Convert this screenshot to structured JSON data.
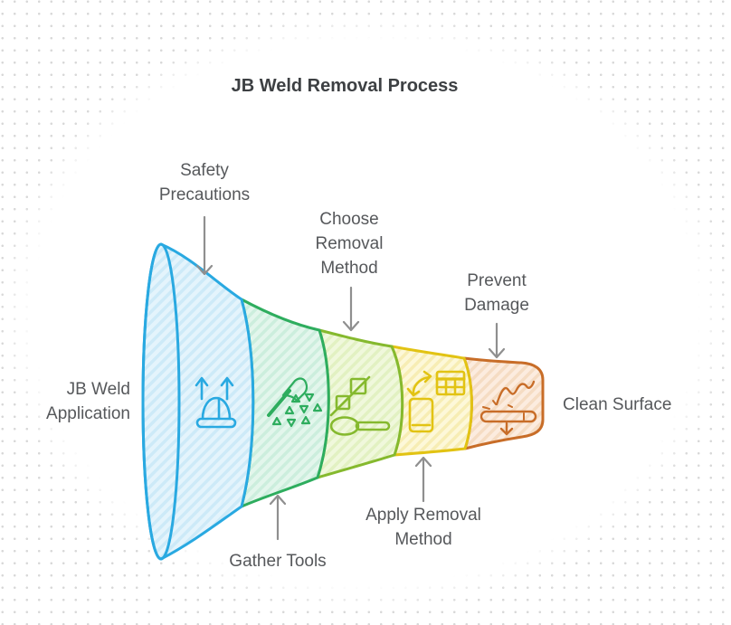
{
  "title": "JB Weld Removal Process",
  "diagram_type": "funnel-process",
  "colors": {
    "arrow": "#8f8f8f",
    "label_text": "#56585b",
    "title_text": "#3d4043",
    "background": "#ffffff",
    "dot_grid": "#d8d8d8"
  },
  "funnel": {
    "input_label": "JB Weld Application",
    "output_label": "Clean Surface",
    "stages": [
      {
        "label": "Safety Precautions",
        "icon": "hard-hat-up-arrows-icon",
        "stroke": "#29a9e1",
        "fill": "#e4f4fc",
        "hatch": "#cdeaf8",
        "label_placement": "top"
      },
      {
        "label": "Gather Tools",
        "icon": "hatchet-debris-icon",
        "stroke": "#2ead5e",
        "fill": "#e3f6ec",
        "hatch": "#cceedd",
        "label_placement": "bottom"
      },
      {
        "label": "Choose Removal Method",
        "icon": "no-solvent-cubes-spoon-icon",
        "stroke": "#85b92e",
        "fill": "#f0f8dc",
        "hatch": "#e2f1c2",
        "label_placement": "top"
      },
      {
        "label": "Apply Removal Method",
        "icon": "phone-to-table-transfer-icon",
        "stroke": "#e2c313",
        "fill": "#fdf8d9",
        "hatch": "#f7edb4",
        "label_placement": "bottom"
      },
      {
        "label": "Prevent Damage",
        "icon": "heat-press-surface-icon",
        "stroke": "#c86d28",
        "fill": "#fcecdf",
        "hatch": "#f5dcc3",
        "label_placement": "top"
      }
    ]
  }
}
